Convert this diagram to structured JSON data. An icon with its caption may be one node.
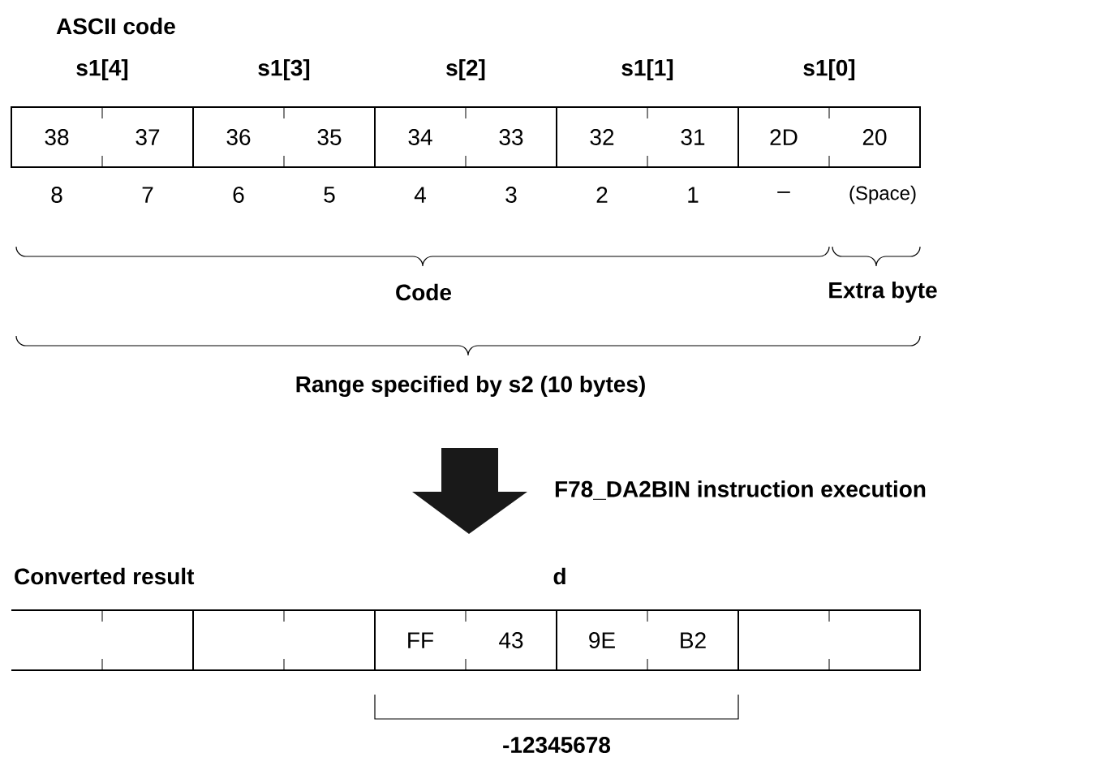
{
  "diagram": {
    "nodes": [
      {
        "text": [
          "s1[4]",
          "38",
          "37"
        ]
      },
      {
        "text": [
          "s1[3]",
          "36",
          "35"
        ]
      },
      {
        "text": [
          "s[2]",
          "34",
          "33"
        ]
      },
      {
        "text": [
          "s1[1]",
          "32",
          "31"
        ]
      },
      {
        "text": [
          "s1[0]",
          "2D",
          "20"
        ]
      },
      {
        "text": [],
        "shape": "box"
      },
      {
        "text": [],
        "shape": "box"
      },
      {
        "text": [
          "FF",
          "43"
        ]
      },
      {
        "text": [
          "9E",
          "B2"
        ]
      },
      {
        "text": [],
        "shape": "box"
      }
    ],
    "labels": [
      "ASCII code",
      "8",
      "7",
      "6",
      "5",
      "4",
      "3",
      "2",
      "1",
      "–",
      "(Space)",
      "Code",
      "Extra byte",
      "Range specified by s2 (10 bytes)",
      "F78_DA2BIN instruction execution",
      "Converted result",
      "d",
      "-12345678"
    ]
  }
}
